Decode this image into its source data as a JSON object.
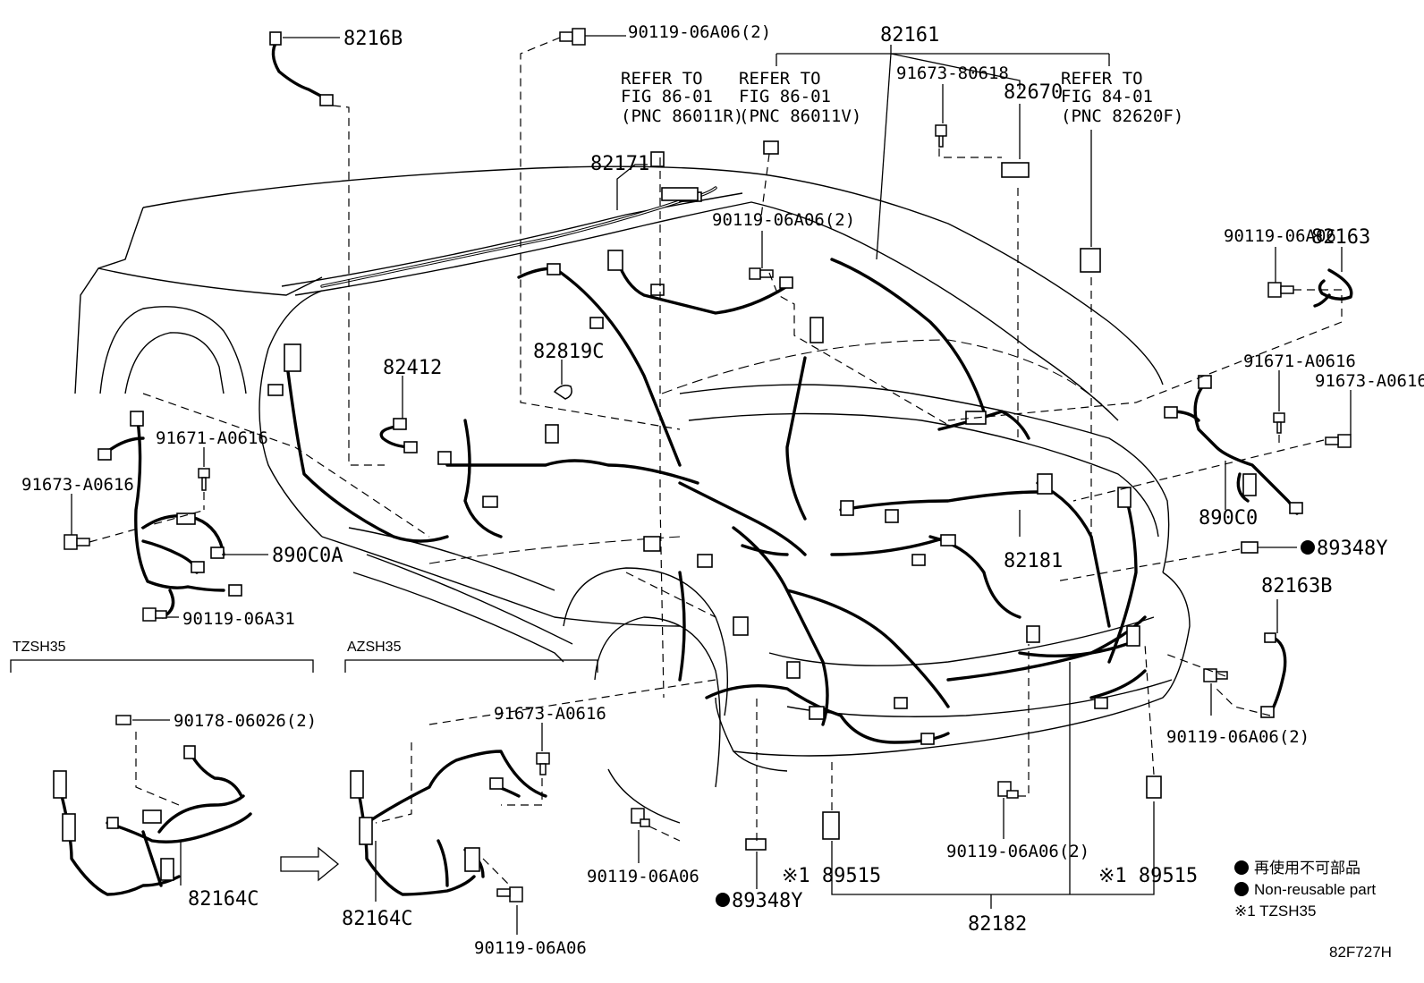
{
  "labels": {
    "p8216B": "8216B",
    "p90119_06A06_2_top": "90119-06A06(2)",
    "p82161": "82161",
    "p91673_80618": "91673-80618",
    "p82670": "82670",
    "ref1": [
      "REFER TO",
      "FIG 86-01",
      "(PNC 86011R)"
    ],
    "ref2": [
      "REFER TO",
      "FIG 86-01",
      "(PNC 86011V)"
    ],
    "ref3": [
      "REFER TO",
      "FIG 84-01",
      "(PNC 82620F)"
    ],
    "p82171": "82171",
    "p90119_06A06_2_mid": "90119-06A06(2)",
    "p90119_06A06_right": "90119-06A06",
    "p82163": "82163",
    "p82412": "82412",
    "p82819C": "82819C",
    "p91671_A0616_right": "91671-A0616",
    "p91673_A0616_right": "91673-A0616",
    "p91671_A0616_left": "91671-A0616",
    "p91673_A0616_left": "91673-A0616",
    "p890C0A": "890C0A",
    "p90119_06A31": "90119-06A31",
    "p890C0": "890C0",
    "p89348Y_right": "89348Y",
    "p82181": "82181",
    "p82163B": "82163B",
    "p90119_06A06_2_rightlow": "90119-06A06(2)",
    "tzsh35": "TZSH35",
    "azsh35": "AZSH35",
    "p90178_06026_2": "90178-06026(2)",
    "p91673_A0616_mid": "91673-A0616",
    "p82164C_left": "82164C",
    "p82164C_right": "82164C",
    "p90119_06A06_mid2": "90119-06A06",
    "p90119_06A06_bottom": "90119-06A06",
    "p89348Y_bottom": "89348Y",
    "p89515_left": "※1 89515",
    "p89515_right": "※1 89515",
    "p90119_06A06_2_bottomright": "90119-06A06(2)",
    "p82182": "82182"
  },
  "legend": {
    "line1": "再使用不可部品",
    "line2": "Non-reusable part",
    "line3": "※1 TZSH35"
  },
  "figure_code": "82F727H"
}
